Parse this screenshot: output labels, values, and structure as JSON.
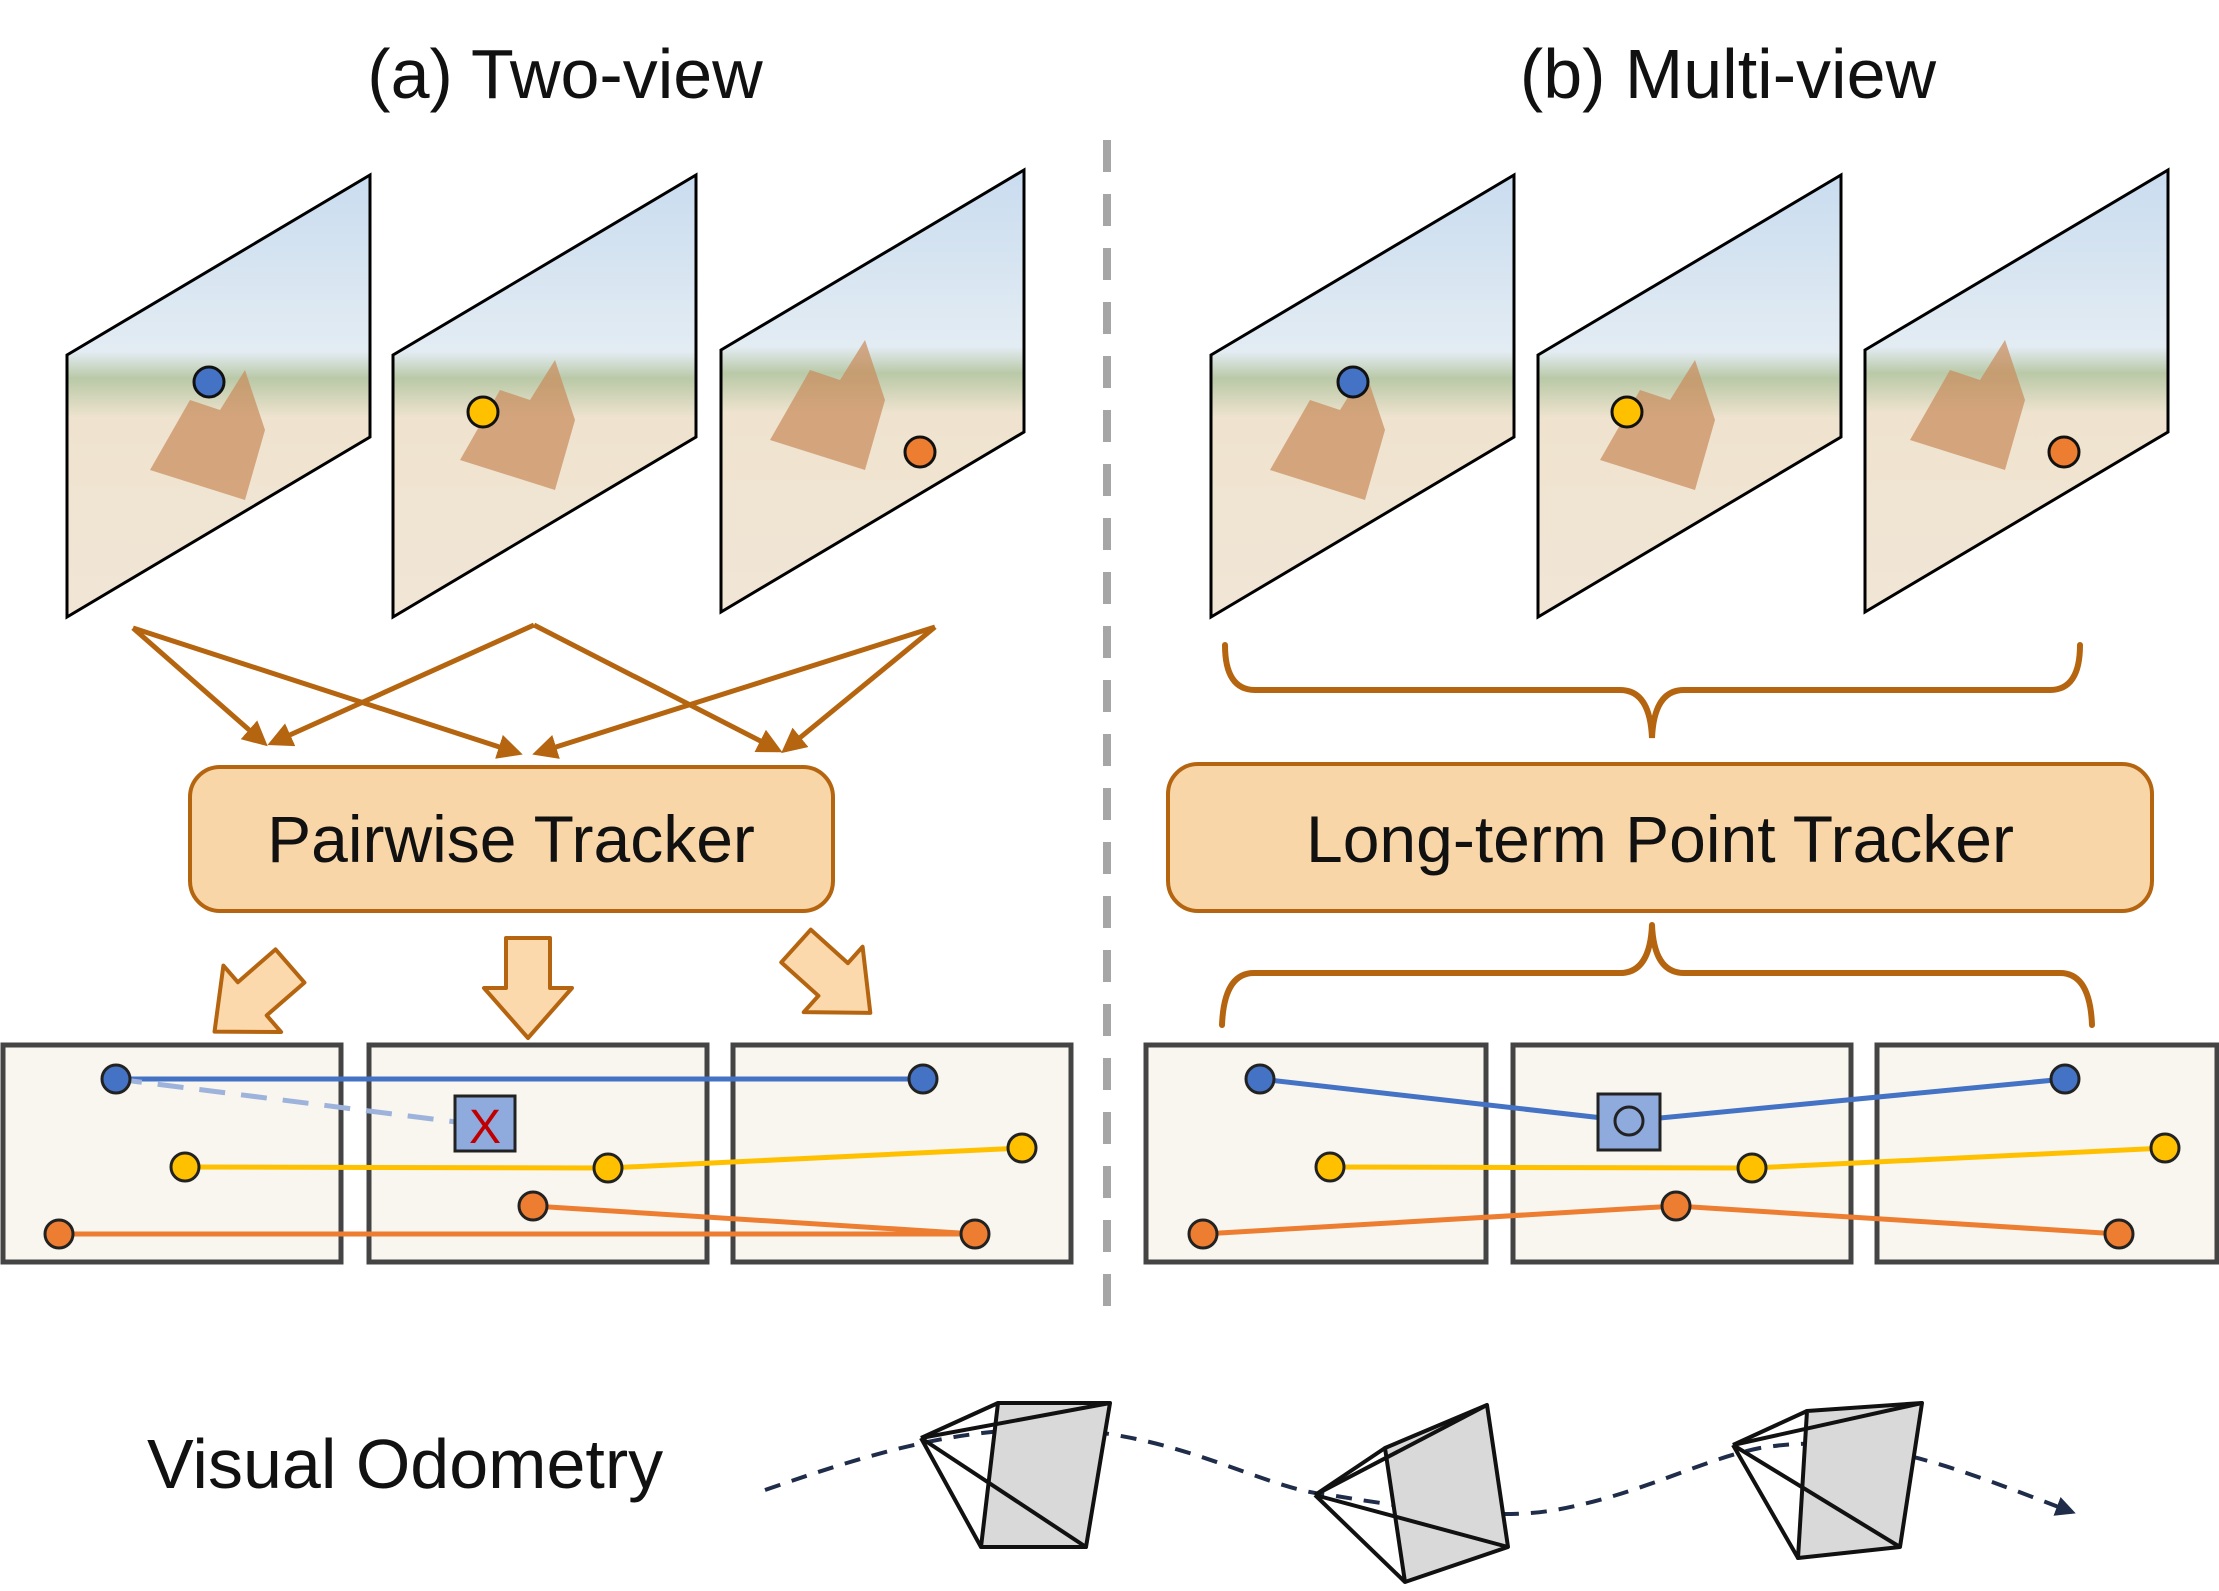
{
  "panels": {
    "a": {
      "title": "(a) Two-view",
      "tracker_label": "Pairwise Tracker"
    },
    "b": {
      "title": "(b) Multi-view",
      "tracker_label": "Long-term Point Tracker"
    }
  },
  "failure_marker": "X",
  "bottom": {
    "label": "Visual Odometry"
  },
  "colors": {
    "arrow": "#b5650f",
    "box_fill": "#f8d6a8",
    "box_stroke": "#b5650f",
    "blue": "#4472c4",
    "yellow": "#ffc000",
    "orange": "#ed7d31",
    "frame_bg": "#f8f6ee",
    "frame_stroke": "#444444",
    "camera_fill": "#d9d9d9",
    "trajectory": "#1f2d4a",
    "divider": "#a6a6a6"
  },
  "icons": [
    "image-frame-icon",
    "camera-frustum-icon",
    "hollow-arrow-icon",
    "bracket-icon"
  ]
}
